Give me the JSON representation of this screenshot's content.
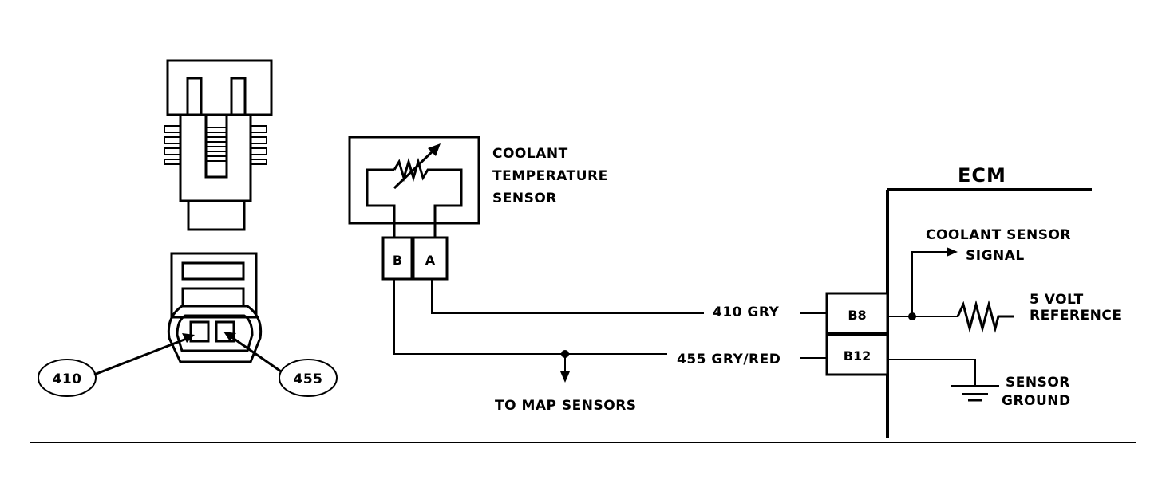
{
  "sensor": {
    "label_line1": "COOLANT",
    "label_line2": "TEMPERATURE",
    "label_line3": "SENSOR",
    "pin_b": "B",
    "pin_a": "A"
  },
  "wires": {
    "signal": "410 GRY",
    "ground": "455 GRY/RED",
    "branch": "TO MAP SENSORS"
  },
  "ecm": {
    "title": "ECM",
    "pin_b8": "B8",
    "pin_b12": "B12",
    "signal_line1": "COOLANT SENSOR",
    "signal_line2": "SIGNAL",
    "ref_line1": "5 VOLT",
    "ref_line2": "REFERENCE",
    "gnd_line1": "SENSOR",
    "gnd_line2": "GROUND"
  },
  "connector": {
    "callout_left": "410",
    "callout_right": "455"
  }
}
